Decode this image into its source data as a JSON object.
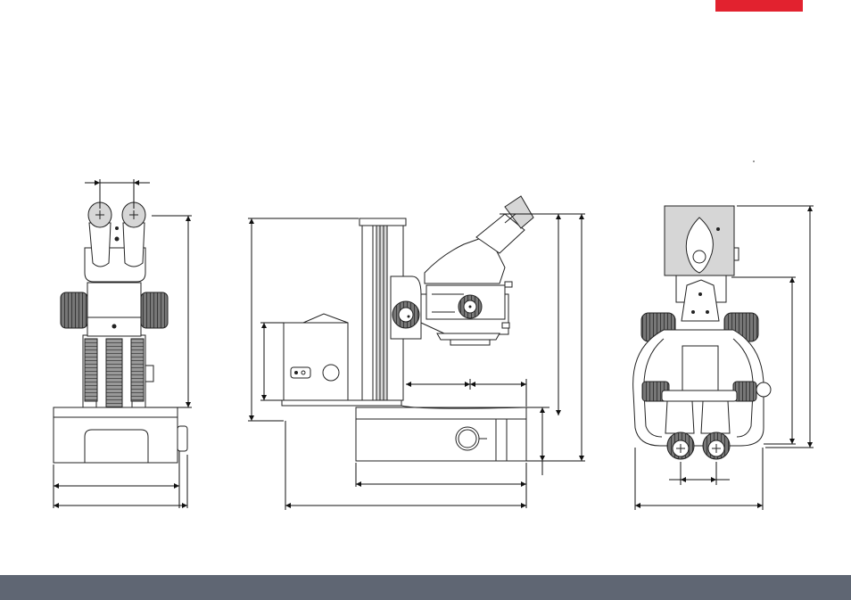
{
  "colors": {
    "accent": "#e2222f",
    "footer": "#5f6673",
    "line": "#222222",
    "background": "#ffffff"
  },
  "drawing": {
    "views": [
      "front-view",
      "side-view",
      "rear-view"
    ],
    "dimension_labels": []
  }
}
